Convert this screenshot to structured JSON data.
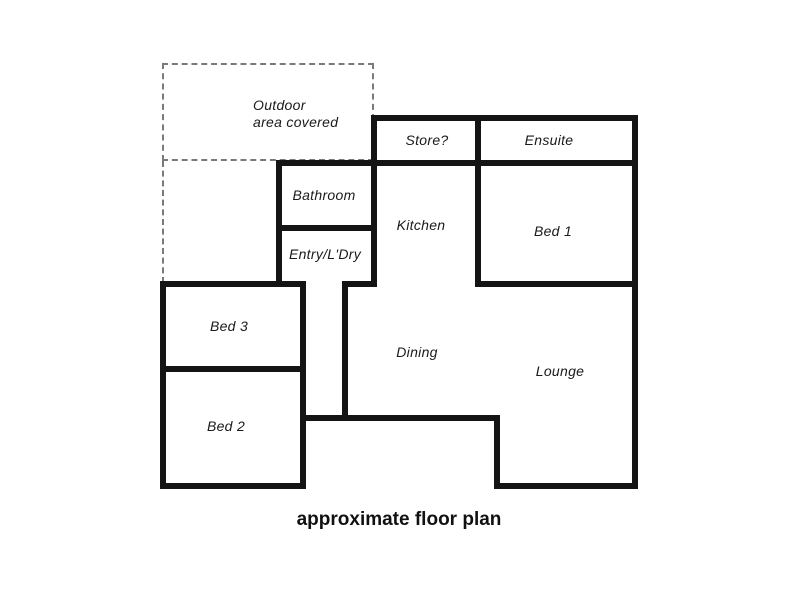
{
  "caption": "approximate floor plan",
  "rooms": {
    "outdoor": {
      "line1": "Outdoor",
      "line2": "area covered"
    },
    "store": {
      "label": "Store?"
    },
    "ensuite": {
      "label": "Ensuite"
    },
    "bathroom": {
      "label": "Bathroom"
    },
    "kitchen": {
      "label": "Kitchen"
    },
    "bed1": {
      "label": "Bed 1"
    },
    "entry": {
      "label": "Entry/L'Dry"
    },
    "bed3": {
      "label": "Bed 3"
    },
    "dining": {
      "label": "Dining"
    },
    "lounge": {
      "label": "Lounge"
    },
    "bed2": {
      "label": "Bed 2"
    }
  },
  "colors": {
    "wall": "#141414",
    "dashed_outline": "#7a7a7a",
    "background": "#ffffff",
    "text": "#1a1a1a"
  }
}
